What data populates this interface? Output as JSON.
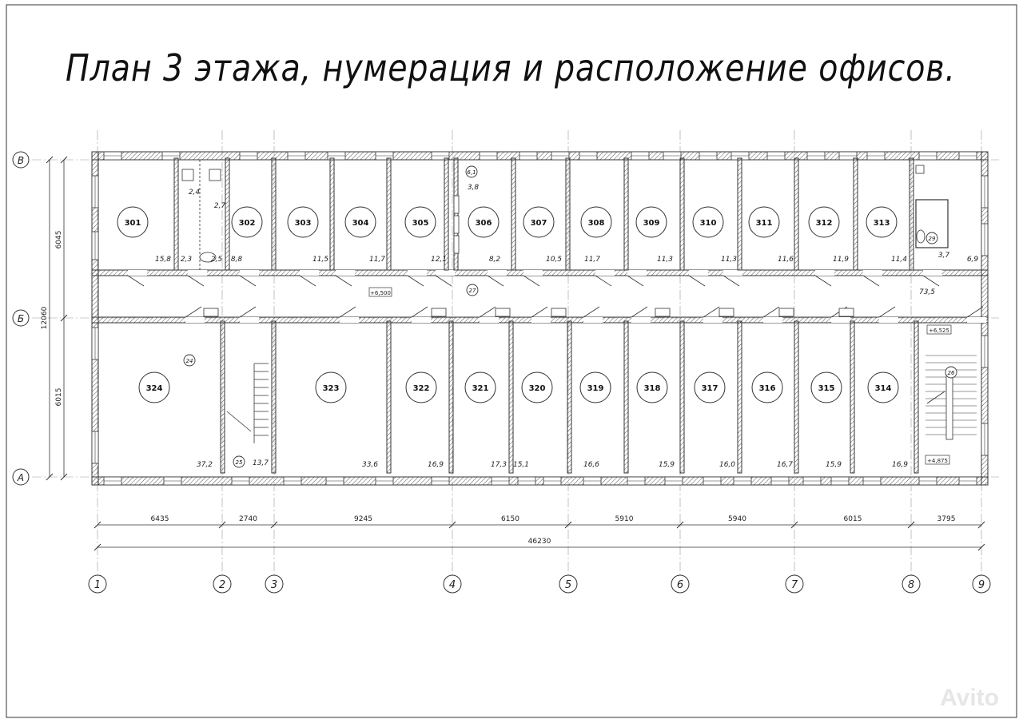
{
  "title": "План 3 этажа, нумерация и расположение офисов.",
  "watermark": "Avito",
  "axes_letters": [
    "В",
    "Б",
    "А"
  ],
  "axes_numbers": [
    "1",
    "2",
    "3",
    "4",
    "5",
    "6",
    "7",
    "8",
    "9"
  ],
  "dims_horizontal": [
    "6435",
    "2740",
    "9245",
    "6150",
    "5910",
    "5940",
    "6015",
    "3795"
  ],
  "dim_total": "46230",
  "dims_vertical": [
    "6045",
    "6015"
  ],
  "dim_vertical_total": "12060",
  "levels": [
    "+6,500",
    "+6,525",
    "+4,875"
  ],
  "upper_rooms": [
    "301",
    "302",
    "303",
    "304",
    "305",
    "306",
    "307",
    "308",
    "309",
    "310",
    "311",
    "312",
    "313"
  ],
  "upper_areas": [
    "15,8",
    "8,8",
    "11,5",
    "11,7",
    "12,1",
    "8,2",
    "10,5",
    "11,7",
    "11,3",
    "11,3",
    "11,6",
    "11,9",
    "11,4"
  ],
  "lower_rooms": [
    "324",
    "323",
    "322",
    "321",
    "320",
    "319",
    "318",
    "317",
    "316",
    "315",
    "314"
  ],
  "lower_areas": [
    "37,2",
    "33,6",
    "16,9",
    "17,3",
    "15,1",
    "16,6",
    "15,9",
    "16,0",
    "16,7",
    "15,9",
    "16,9"
  ],
  "wc_areas": [
    "2,4",
    "2,7",
    "2,3",
    "2,5"
  ],
  "small_areas": [
    "3,8",
    "3,7",
    "6,9",
    "73,5",
    "13,7"
  ],
  "markers": [
    "6,1",
    "27",
    "29",
    "24",
    "25",
    "26"
  ]
}
